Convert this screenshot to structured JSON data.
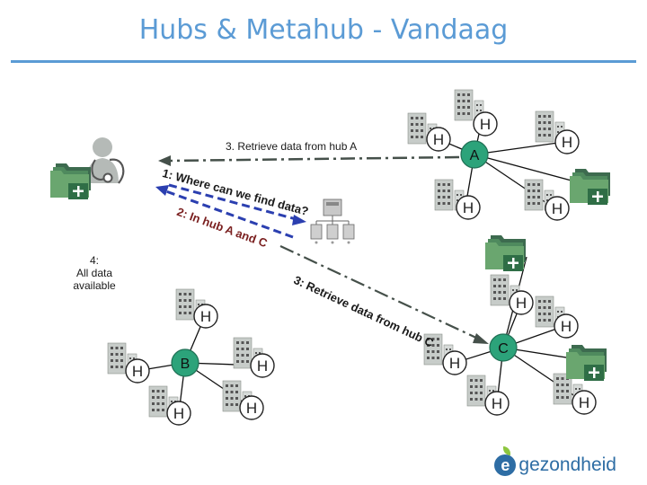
{
  "title": "Hubs & Metahub - Vandaag",
  "labels": {
    "retrieve_a": "3. Retrieve data from hub A",
    "all_data": "4:\nAll data\navailable",
    "where": "1: Where can we find data?",
    "in_hub": "2: In hub A and C",
    "retrieve_c": "3: Retrieve data from hub C"
  },
  "hubs": {
    "a": "A",
    "b": "B",
    "c": "C",
    "h": "H"
  },
  "logo": {
    "letter": "e",
    "word": "gezondheid"
  },
  "colors": {
    "title": "#5b9bd5",
    "hub_fill": "#2ca37a",
    "dashed_blue": "#2b3fb0",
    "dash_dot": "#45504a",
    "text_dark_red": "#7a1f1f"
  }
}
